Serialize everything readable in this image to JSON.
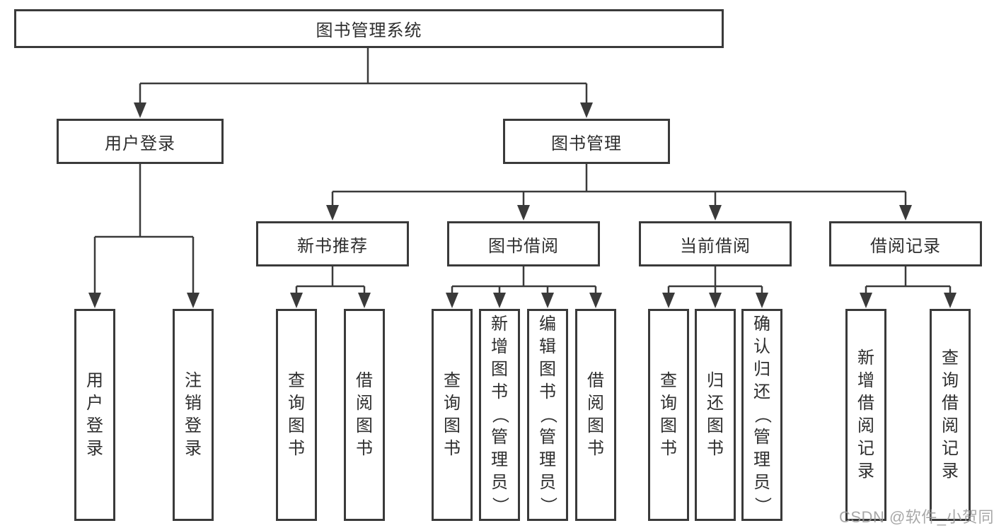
{
  "colors": {
    "line": "#3a3a3a",
    "text": "#2e2e2e",
    "background": "#ffffff",
    "watermark": "#9a9a9a"
  },
  "watermark": "CSDN @软件_小贺同学",
  "tree": {
    "root": {
      "label": "图书管理系统",
      "children": [
        {
          "label": "用户登录",
          "children": [
            {
              "label": "用户登录"
            },
            {
              "label": "注销登录"
            }
          ]
        },
        {
          "label": "图书管理",
          "children": [
            {
              "label": "新书推荐",
              "children": [
                {
                  "label": "查询图书"
                },
                {
                  "label": "借阅图书"
                }
              ]
            },
            {
              "label": "图书借阅",
              "children": [
                {
                  "label": "查询图书"
                },
                {
                  "label": "新增图书（管理员）"
                },
                {
                  "label": "编辑图书（管理员）"
                },
                {
                  "label": "借阅图书"
                }
              ]
            },
            {
              "label": "当前借阅",
              "children": [
                {
                  "label": "查询图书"
                },
                {
                  "label": "归还图书"
                },
                {
                  "label": "确认归还（管理员）"
                }
              ]
            },
            {
              "label": "借阅记录",
              "children": [
                {
                  "label": "新增借阅记录"
                },
                {
                  "label": "查询借阅记录"
                }
              ]
            }
          ]
        }
      ]
    }
  }
}
